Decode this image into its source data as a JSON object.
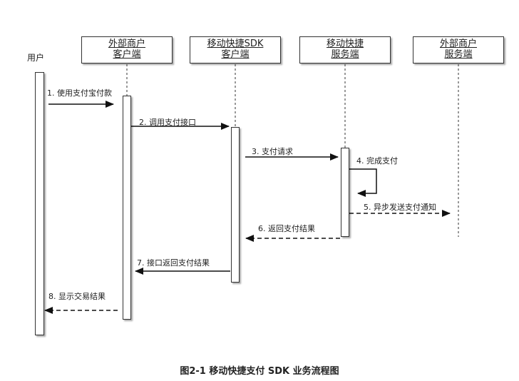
{
  "user": {
    "label": "用户"
  },
  "participants": [
    {
      "line1": "外部商户",
      "line2": "客户端"
    },
    {
      "line1": "移动快捷SDK",
      "line2": "客户端"
    },
    {
      "line1": "移动快捷",
      "line2": "服务端"
    },
    {
      "line1": "外部商户",
      "line2": "服务端"
    }
  ],
  "messages": [
    "1. 使用支付宝付款",
    "2. 调用支付接口",
    "3. 支付请求",
    "4. 完成支付",
    "5. 异步发送支付通知",
    "6. 返回支付结果",
    "7. 接口返回支付结果",
    "8. 显示交易结果"
  ],
  "caption": "图2-1  移动快捷支付 SDK 业务流程图"
}
